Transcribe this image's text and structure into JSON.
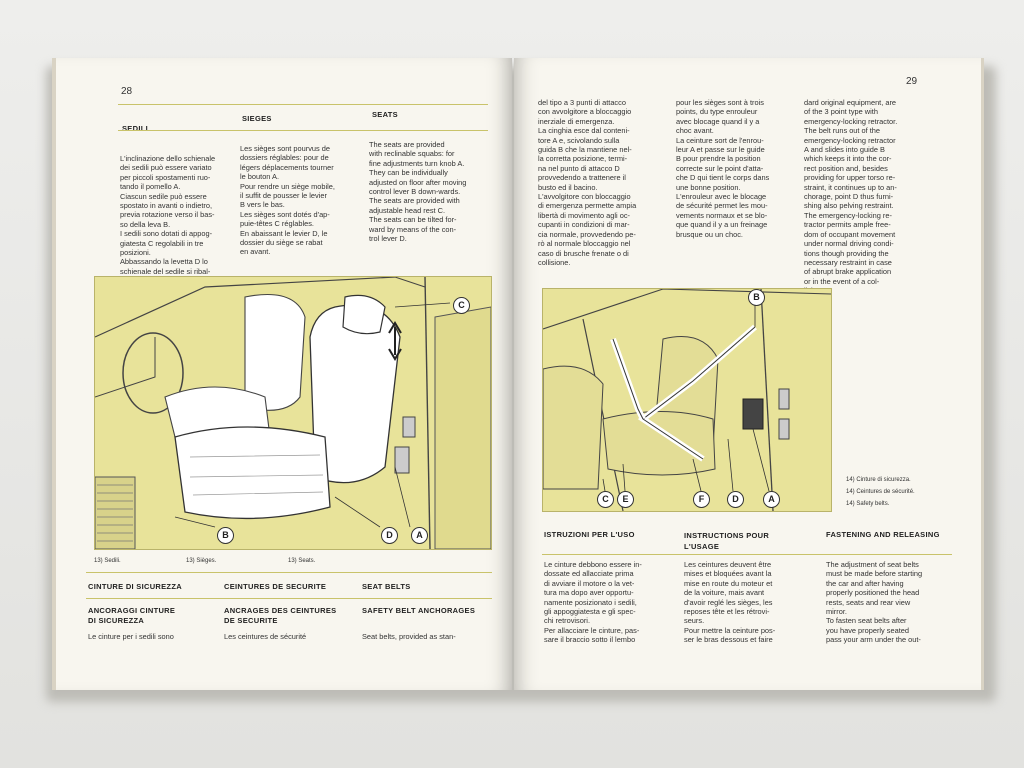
{
  "left": {
    "page_number": "28",
    "headers": [
      "SEDILI",
      "SIEGES",
      "SEATS"
    ],
    "col1": "L'inclinazione dello schienale\ndei sedili può essere variato\nper piccoli spostamenti ruo-\ntando il pomello A.\nCiascun sedile può essere\nspostato in avanti o indietro,\nprevia rotazione verso il bas-\nso della leva B.\nI sedili sono dotati di appog-\ngiatesta C regolabili in tre\nposizioni.\nAbbassando la levetta D lo\nschienale del sedile si ribal-\nta in avanti.",
    "col2": "Les sièges sont pourvus de\ndossiers réglables: pour de\nlégers déplacements tourner\nle bouton A.\nPour rendre un siège mobile,\nil suffit de pousser le levier\nB vers le bas.\nLes sièges sont dotés d'ap-\npuie-têtes C réglables.\nEn abaissant le levier D, le\ndossier du siège se rabat\nen avant.",
    "col3": "The seats are provided\nwith reclinable squabs: for\nfine adjustments turn knob A.\nThey can be individually\nadjusted on floor after moving\ncontrol lever B down-wards.\nThe seats are provided with\nadjustable head rest C.\nThe seats can be tilted for-\nward by means of the con-\ntrol lever D.",
    "callouts": [
      "C",
      "B",
      "D",
      "A"
    ],
    "captions": [
      "13) Sedili.",
      "13) Sièges.",
      "13) Seats."
    ],
    "belt_headers": [
      "CINTURE DI SICUREZZA",
      "CEINTURES DE SECURITE",
      "SEAT BELTS"
    ],
    "anchor_headers": [
      "ANCORAGGI CINTURE\nDI SICUREZZA",
      "ANCRAGES DES CEINTURES\nDE SECURITE",
      "SAFETY BELT ANCHORAGES"
    ],
    "bottom_text": [
      "Le cinture per i sedili sono",
      "Les ceintures de sécurité",
      "Seat belts, provided as stan-"
    ]
  },
  "right": {
    "page_number": "29",
    "col1": "del tipo a 3 punti di attacco\ncon avvolgitore a bloccaggio\ninerziale di emergenza.\nLa cinghia esce dal conteni-\ntore A e, scivolando sulla\nguida B che la mantiene nel-\nla corretta posizione, termi-\nna nel punto di attacco D\nprovvedendo a trattenere il\nbusto ed il bacino.\nL'avvolgitore con bloccaggio\ndi emergenza permette ampia\nlibertà di movimento agli oc-\ncupanti in condizioni di mar-\ncia normale, provvedendo pe-\nrò al normale bloccaggio nel\ncaso di brusche frenate o di\ncollisione.",
    "col2": "pour les sièges sont à trois\npoints, du type enrouleur\navec blocage quand il y a\nchoc avant.\nLa ceinture sort de l'enrou-\nleur A et passe sur le guide\nB pour prendre la position\ncorrecte sur le point d'atta-\nche D qui tient le corps dans\nune bonne position.\nL'enrouleur avec le blocage\nde sécurité permet les mou-\nvements normaux et se blo-\nque quand il y a un freinage\nbrusque ou un choc.",
    "col3": "dard original equipment, are\nof the 3 point type with\nemergency-locking retractor.\nThe belt runs out of the\nemergency-locking retractor\nA and slides into guide B\nwhich keeps it into the cor-\nrect position and, besides\nproviding for upper torso re-\nstraint, it continues up to an-\nchorage, point D thus furni-\nshing also pelving restraint.\nThe emergency-locking re-\ntractor permits ample free-\ndom of occupant movement\nunder normal driving condi-\ntions though providing the\nnecessary restraint in case\nof abrupt brake application\nor in the event of a col-\nlision.",
    "callouts": [
      "B",
      "C",
      "E",
      "F",
      "D",
      "A"
    ],
    "legend": "14) Cinture di sicurezza.\n14) Ceintures de sécurité.\n14) Safety belts.",
    "use_headers": [
      "ISTRUZIONI PER L'USO",
      "INSTRUCTIONS POUR\nL'USAGE",
      "FASTENING AND RELEASING"
    ],
    "use_col1": "Le cinture debbono essere in-\ndossate ed allacciate prima\ndi avviare il motore o la vet-\ntura ma dopo aver opportu-\nnamente posizionato i sedili,\ngli appoggiatesta e gli spec-\nchi retrovisori.\nPer allacciare le cinture, pas-\nsare il braccio sotto il lembo",
    "use_col2": "Les ceintures deuvent être\nmises et bloquées avant la\nmise en route du moteur et\nde la voiture, mais avant\nd'avoir reglé les sièges, les\nreposes tête et les rétrovi-\nseurs.\nPour mettre la ceinture pos-\nser le bras dessous et faire",
    "use_col3": "The adjustment of seat belts\nmust be made before starting\nthe car and after having\nproperly positioned the head\nrests, seats and rear view\nmirror.\nTo fasten seat belts after\nyou have properly seated\npass your arm under the out-"
  },
  "colors": {
    "paper": "#f8f6ef",
    "illustration": "#e8e39a",
    "rule": "#c9c36a"
  }
}
